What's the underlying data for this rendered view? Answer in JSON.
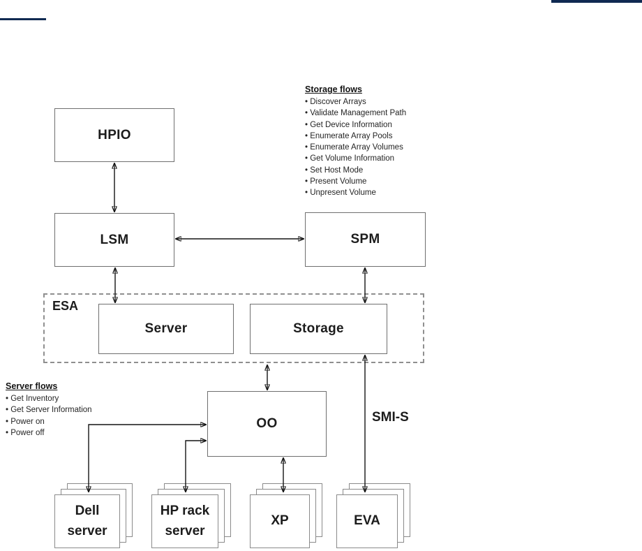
{
  "colors": {
    "navy_bar": "#102a52",
    "diagram_line": "#141414",
    "box_border": "#6f6f6f",
    "stack_border": "#8a8a8a"
  },
  "nodes": {
    "hpio": {
      "label": "HPIO"
    },
    "lsm": {
      "label": "LSM"
    },
    "spm": {
      "label": "SPM"
    },
    "esa": {
      "label": "ESA"
    },
    "server": {
      "label": "Server"
    },
    "storage": {
      "label": "Storage"
    },
    "oo": {
      "label": "OO"
    }
  },
  "stacks": {
    "dell": {
      "label": "Dell\nserver"
    },
    "hp": {
      "label": "HP rack\nserver"
    },
    "xp": {
      "label": "XP"
    },
    "eva": {
      "label": "EVA"
    }
  },
  "annotations": {
    "smis": "SMI-S"
  },
  "flows": {
    "storage": {
      "title": "Storage flows",
      "items": [
        "Discover Arrays",
        "Validate Management Path",
        "Get Device Information",
        "Enumerate Array Pools",
        "Enumerate Array Volumes",
        "Get Volume Information",
        "Set Host Mode",
        "Present Volume",
        "Unpresent Volume"
      ]
    },
    "server": {
      "title": "Server flows",
      "items": [
        "Get Inventory",
        "Get Server Information",
        "Power on",
        "Power off"
      ]
    }
  }
}
